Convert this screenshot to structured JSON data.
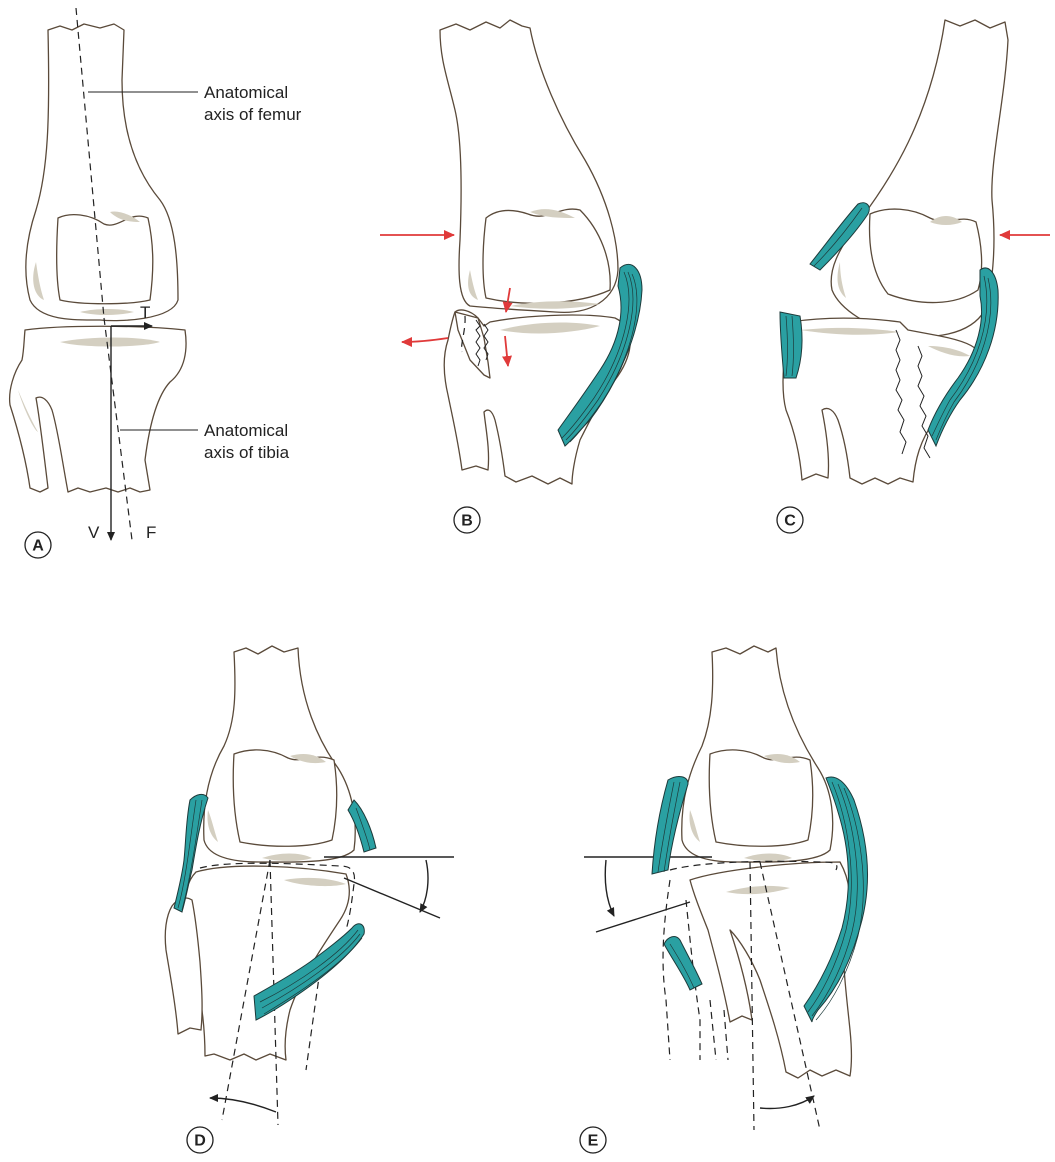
{
  "panels": {
    "a": {
      "letter": "A",
      "femur_axis_label_line1": "Anatomical",
      "femur_axis_label_line2": "axis of femur",
      "tibia_axis_label_line1": "Anatomical",
      "tibia_axis_label_line2": "axis of tibia",
      "force_t": "T",
      "force_v": "V",
      "force_f": "F"
    },
    "b": {
      "letter": "B"
    },
    "c": {
      "letter": "C"
    },
    "d": {
      "letter": "D"
    },
    "e": {
      "letter": "E"
    }
  },
  "colors": {
    "ligament": "#2aa0a2",
    "force_arrow": "#e03a3a",
    "cartilage": "#d4cfc1",
    "bone_outline": "#5a4a3a"
  }
}
